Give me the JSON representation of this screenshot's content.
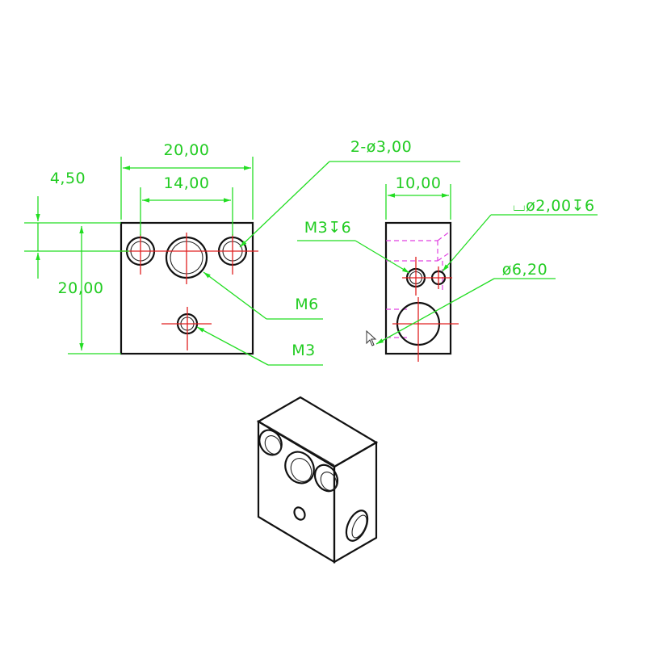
{
  "front_view": {
    "dim_width": "20,00",
    "dim_hole_spacing": "14,00",
    "dim_offset": "4,50",
    "dim_height": "20,00",
    "label_holes": "2-ø3,00",
    "label_m6": "M6",
    "label_m3": "M3"
  },
  "side_view": {
    "dim_width": "10,00",
    "label_m3_depth": "M3↧6",
    "label_small_hole": "⌴ø2,00↧6",
    "label_large_hole": "ø6,20"
  },
  "colors": {
    "dimension": "#22dd22",
    "centerline": "#e02020",
    "hidden_line": "#e040e0",
    "outline": "#111111"
  },
  "icons": [
    "mouse-cursor-icon"
  ]
}
